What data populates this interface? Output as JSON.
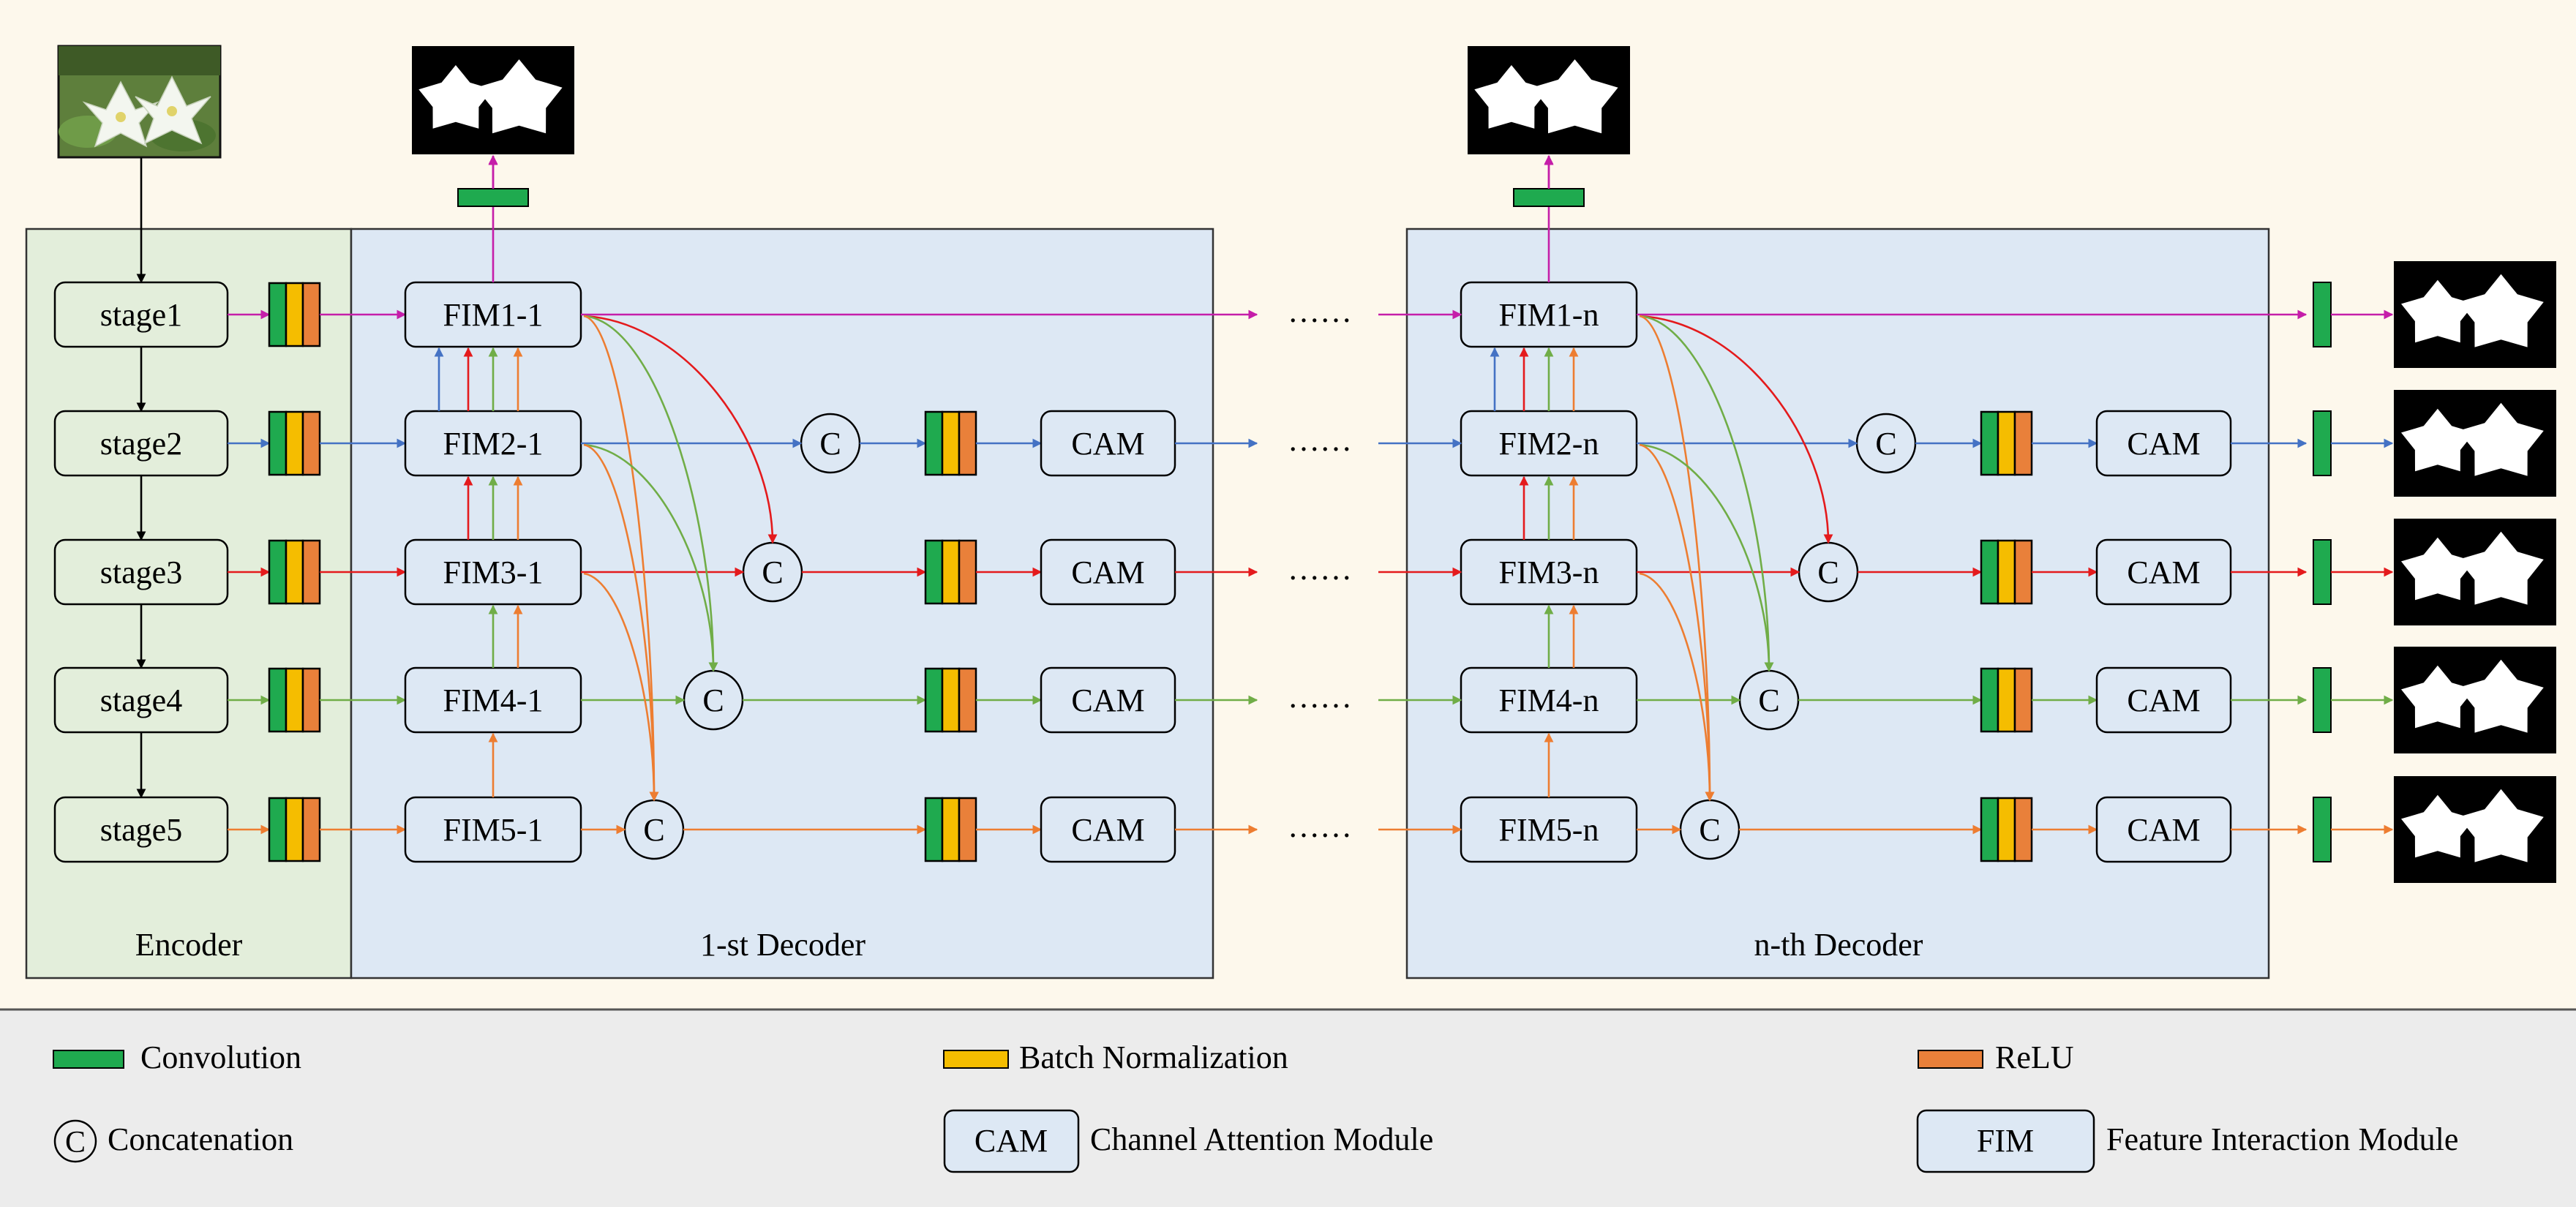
{
  "colors": {
    "background_top": "#fdf8ec",
    "legend_background": "#ececec",
    "encoder_fill": "#e3eedb",
    "decoder_fill": "#dde8f4",
    "conv_green": "#1faa4f",
    "bn_yellow": "#f5bd00",
    "relu_orange": "#e9803a",
    "level1_magenta": "#c51ea9",
    "level2_blue": "#4472c4",
    "level3_red": "#e41a1c",
    "level4_green": "#70ad47",
    "level5_orange": "#ed7d31",
    "black": "#000000"
  },
  "encoder": {
    "title": "Encoder",
    "stages": [
      "stage1",
      "stage2",
      "stage3",
      "stage4",
      "stage5"
    ]
  },
  "decoder1": {
    "title": "1-st Decoder",
    "fims": [
      "FIM1-1",
      "FIM2-1",
      "FIM3-1",
      "FIM4-1",
      "FIM5-1"
    ]
  },
  "decoderN": {
    "title": "n-th Decoder",
    "fims": [
      "FIM1-n",
      "FIM2-n",
      "FIM3-n",
      "FIM4-n",
      "FIM5-n"
    ]
  },
  "concat_symbol": "C",
  "cam_label": "CAM",
  "ellipsis": "……",
  "icons": {
    "input_image": "photo-of-white-flowers",
    "mask": "binary-saliency-mask"
  },
  "legend": {
    "convolution": "Convolution",
    "batch_norm": "Batch Normalization",
    "relu": "ReLU",
    "concat_symbol": "C",
    "concatenation": "Concatenation",
    "cam_box": "CAM",
    "cam": "Channel Attention Module",
    "fim_box": "FIM",
    "fim": "Feature Interaction Module"
  }
}
